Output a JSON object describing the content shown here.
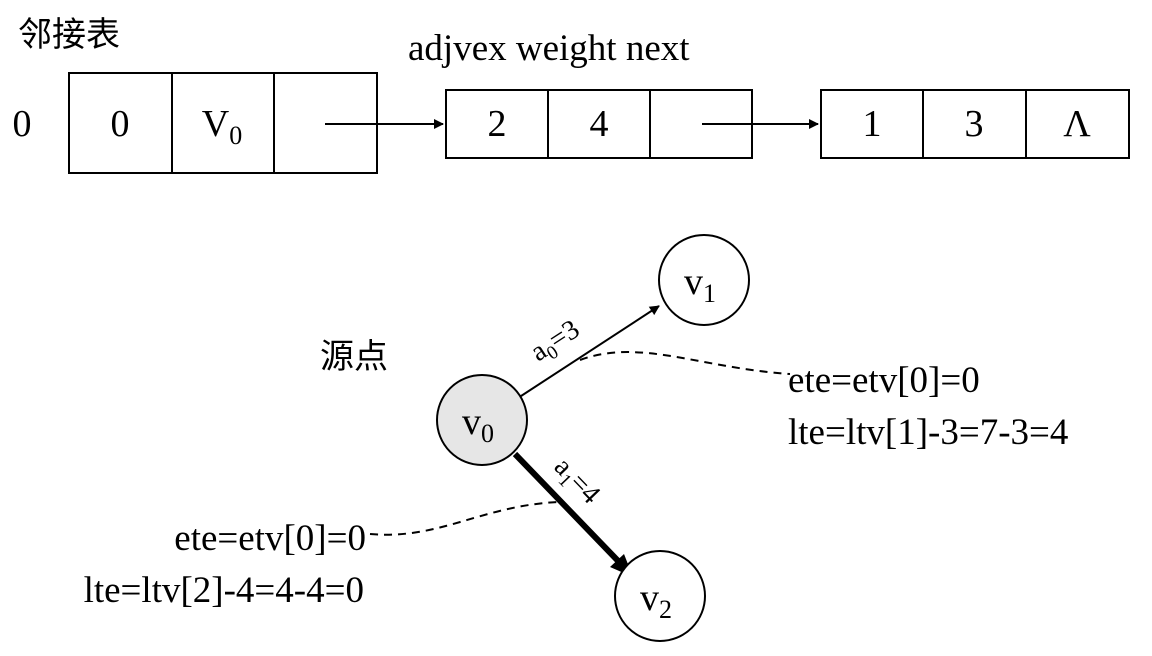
{
  "diagram": {
    "adjacency_title": "邻接表",
    "field_header": "adjvex weight next",
    "vertex_index": "0",
    "vertex_cell": {
      "index": "0",
      "name_base": "V",
      "name_sub": "0"
    },
    "edge_nodes": [
      {
        "adjvex": "2",
        "weight": "4",
        "next": ""
      },
      {
        "adjvex": "1",
        "weight": "3",
        "next": "Λ"
      }
    ],
    "graph": {
      "source_label": "源点",
      "nodes": [
        {
          "id": "v0",
          "base": "v",
          "sub": "0",
          "fill": "#e6e6e6"
        },
        {
          "id": "v1",
          "base": "v",
          "sub": "1",
          "fill": "#ffffff"
        },
        {
          "id": "v2",
          "base": "v",
          "sub": "2",
          "fill": "#ffffff"
        }
      ],
      "edges": [
        {
          "from": "v0",
          "to": "v1",
          "label_base": "a",
          "label_sub": "0",
          "label_rest": "=3",
          "bold": false
        },
        {
          "from": "v0",
          "to": "v2",
          "label_base": "a",
          "label_sub": "1",
          "label_rest": "=4",
          "bold": true
        }
      ],
      "annotations": [
        {
          "for": "a0",
          "ete": "ete=etv[0]=0",
          "lte": "lte=ltv[1]-3=7-3=4"
        },
        {
          "for": "a1",
          "ete": "ete=etv[0]=0",
          "lte": "lte=ltv[2]-4=4-4=0"
        }
      ]
    }
  }
}
